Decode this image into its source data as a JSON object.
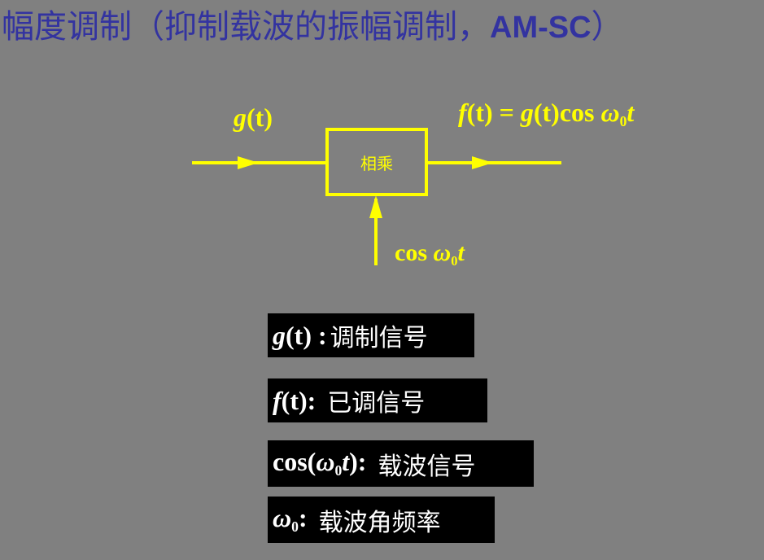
{
  "title": {
    "text_cn": "幅度调制（抑制载波的振幅调制，",
    "text_latin": "AM-SC",
    "text_end": "）",
    "color": "#3333a0"
  },
  "diagram": {
    "input_label": {
      "fn": "g",
      "arg": "(t)"
    },
    "output_label": {
      "lhs_fn": "f",
      "lhs_arg": "(t)",
      "eq": " = ",
      "rhs_fn": "g",
      "rhs_arg": "(t)",
      "cos": "cos",
      "omega": "ω",
      "sub": "0",
      "t": "t"
    },
    "carrier_label": {
      "cos": "cos",
      "omega": "ω",
      "sub": "0",
      "t": "t"
    },
    "block_label": "相乘",
    "line_color": "#ffff00"
  },
  "legend": [
    {
      "sym_fn": "g",
      "sym_arg": "(t)",
      "sep": " :",
      "desc": "调制信号"
    },
    {
      "sym_fn": "f",
      "sym_arg": "(t)",
      "sep": ":",
      "desc": " 已调信号"
    },
    {
      "sym_cos": "cos(",
      "sym_omega": "ω",
      "sym_sub": "0",
      "sym_t": "t",
      "sym_close": "):",
      "desc": " 载波信号"
    },
    {
      "sym_omega": "ω",
      "sym_sub": "0",
      "sep": ":",
      "desc": " 载波角频率"
    }
  ]
}
